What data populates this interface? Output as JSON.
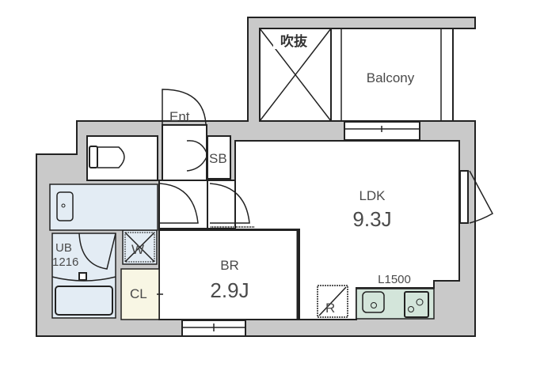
{
  "floorplan": {
    "rooms": {
      "void": "吹抜",
      "balcony": "Balcony",
      "entrance": "Ent",
      "shoe_box": "SB",
      "ldk_label": "LDK",
      "ldk_size": "9.3J",
      "bedroom_label": "BR",
      "bedroom_size": "2.9J",
      "closet": "CL",
      "unit_bath_label": "UB",
      "unit_bath_size": "1216",
      "kitchen_length": "L1500",
      "washer": "W",
      "fridge": "R"
    },
    "colors": {
      "wall": "#c9c9c9",
      "wet_area": "#e3ecf4",
      "closet": "#f8f6e4",
      "kitchen": "#d3e5da"
    }
  }
}
